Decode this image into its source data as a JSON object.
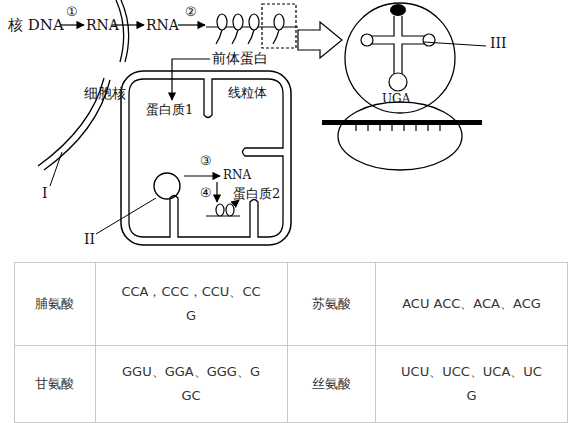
{
  "diagram": {
    "nodes": [
      {
        "text": [
          "UGA"
        ]
      },
      {
        "text": [
          "线粒体",
          "蛋白质1",
          "③",
          "RNA",
          "④",
          "蛋白质2"
        ]
      }
    ],
    "labels": [
      "①",
      "②",
      "核 DNA",
      "RNA",
      "RNA",
      "III",
      "前体蛋白",
      "细胞核",
      "I",
      "II",
      "脯氨酸",
      "CCA，CCC，CCU、CCG",
      "苏氨酸",
      "ACU ACC、ACA、ACG",
      "甘氨酸",
      "GGU、GGA、GGG、GGC",
      "丝氨酸",
      "UCU、UCC、UCA、UCG"
    ]
  }
}
